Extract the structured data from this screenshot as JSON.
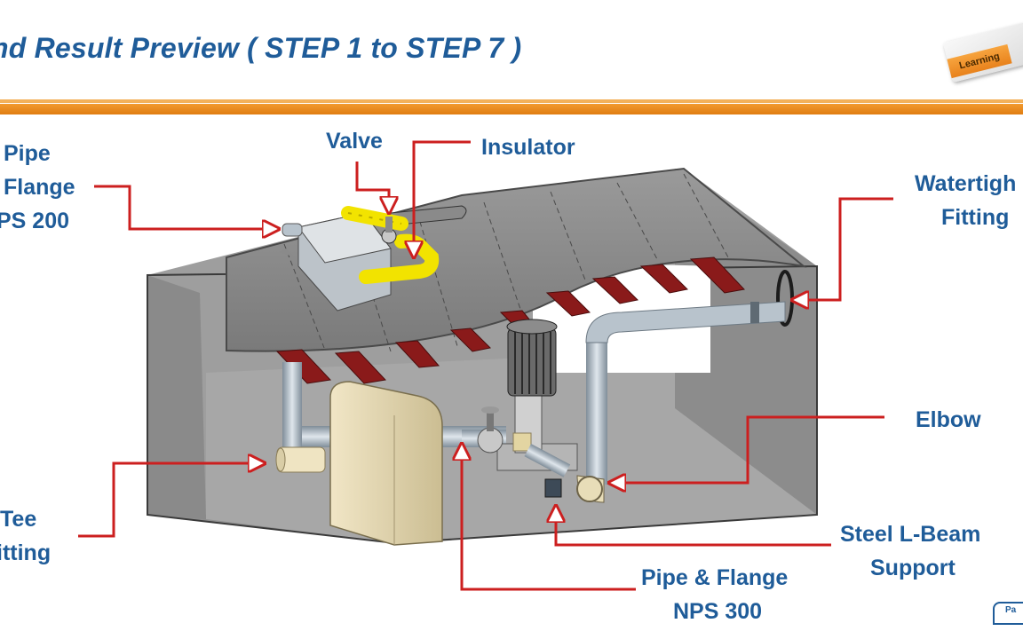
{
  "slide": {
    "title": "nd Result Preview ( STEP 1 to STEP 7 )",
    "logo_text": "Learning",
    "page_text": "Pa"
  },
  "labels": {
    "pipe_flange_200": [
      "Pipe",
      "Flange",
      "PS 200"
    ],
    "valve": "Valve",
    "insulator": "Insulator",
    "watertight_fitting": [
      "Watertigh",
      "Fitting"
    ],
    "elbow": "Elbow",
    "tee_fitting": [
      "Tee",
      "itting"
    ],
    "steel_l_beam_support": [
      "Steel L-Beam",
      "Support"
    ],
    "pipe_flange_300": [
      "Pipe & Flange",
      "NPS 300"
    ]
  },
  "colors": {
    "title": "#1f5c99",
    "leader": "#cc1f1f",
    "accent_orange": "#f08a1c",
    "insulator": "#f2e300",
    "beam": "#8a1a1a"
  }
}
